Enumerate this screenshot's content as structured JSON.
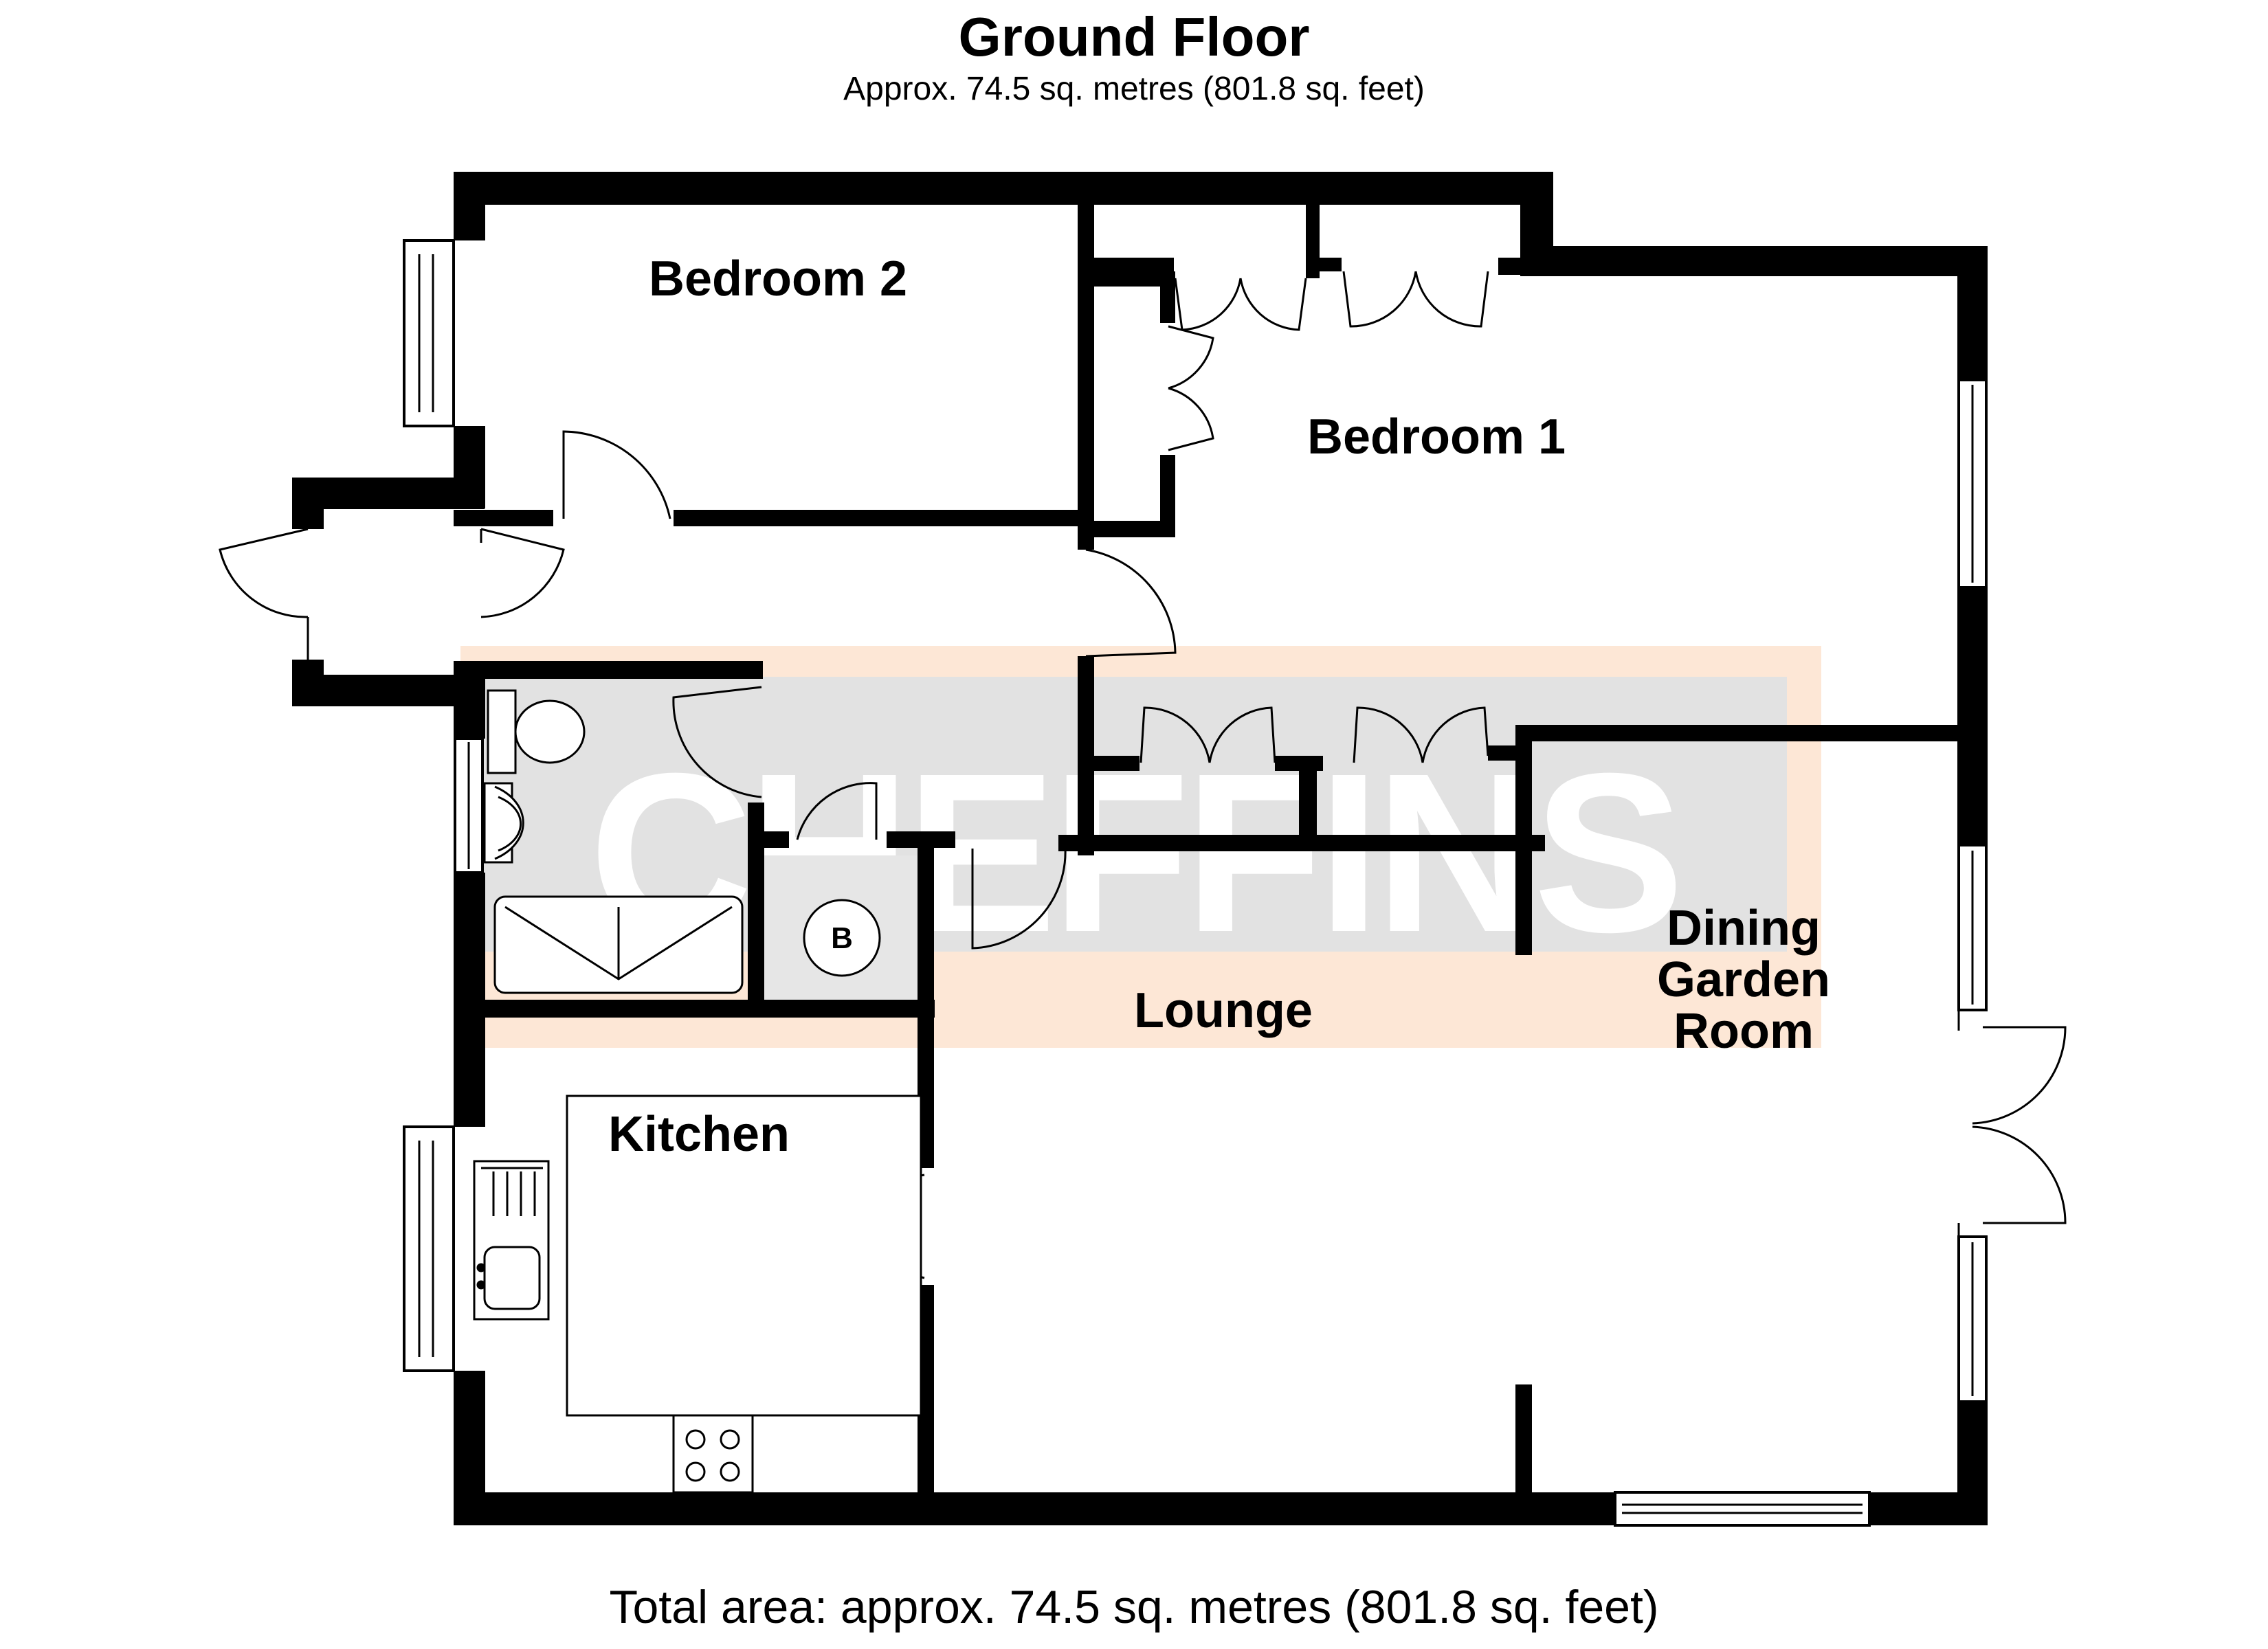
{
  "header": {
    "title": "Ground Floor",
    "area": "Approx. 74.5 sq. metres (801.8 sq. feet)"
  },
  "footer": {
    "total_area": "Total area: approx. 74.5 sq. metres (801.8 sq. feet)"
  },
  "watermark": {
    "text": "CHEFFINS",
    "outer_color": "#fde7d6",
    "inner_color": "#e2e2e2"
  },
  "rooms": {
    "bedroom_2": "Bedroom 2",
    "bedroom_1": "Bedroom 1",
    "lounge": "Lounge",
    "kitchen": "Kitchen",
    "dining_line1": "Dining",
    "dining_line2": "Garden",
    "dining_line3": "Room"
  },
  "fixtures": {
    "boiler": "B"
  },
  "colors": {
    "wall": "#000000",
    "background": "#ffffff",
    "cupboard": "#e6e6e6"
  }
}
